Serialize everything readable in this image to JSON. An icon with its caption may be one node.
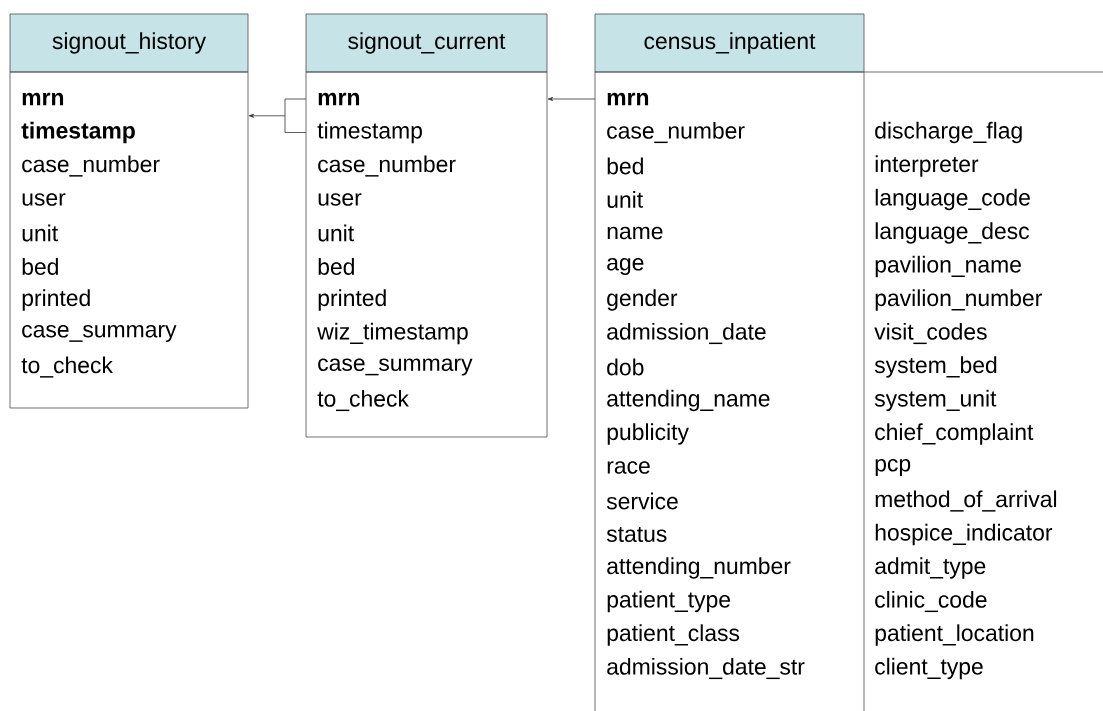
{
  "diagram": {
    "nodes": [
      {
        "text": [
          "signout_history",
          "**mrn**",
          "**timestamp**",
          "case_number",
          "user",
          "unit",
          "bed",
          "printed",
          "case_summary",
          "to_check"
        ]
      },
      {
        "text": [
          "signout_current",
          "**mrn**",
          "timestamp",
          "case_number",
          "user",
          "unit",
          "bed",
          "printed",
          "wiz_timestamp",
          "case_summary",
          "to_check"
        ]
      },
      {
        "text": [
          "census_inpatient",
          "**mrn**",
          "case_number",
          "bed",
          "unit",
          "name",
          "age",
          "gender",
          "admission_date",
          "dob",
          "attending_name",
          "publicity",
          "race",
          "service",
          "status",
          "attending_number",
          "patient_type",
          "patient_class",
          "admission_date_str",
          "discharge_flag",
          "interpreter",
          "language_code",
          "language_desc",
          "pavilion_name",
          "pavilion_number",
          "visit_codes",
          "system_bed",
          "system_unit",
          "chief_complaint",
          "pcp",
          "method_of_arrival",
          "hospice_indicator",
          "admit_type",
          "clinic_code",
          "patient_location",
          "client_type"
        ]
      }
    ],
    "edges": [
      {
        "from": 1,
        "to": 0,
        "arrow": "to"
      },
      {
        "from": 2,
        "to": 1,
        "arrow": "to"
      }
    ]
  }
}
